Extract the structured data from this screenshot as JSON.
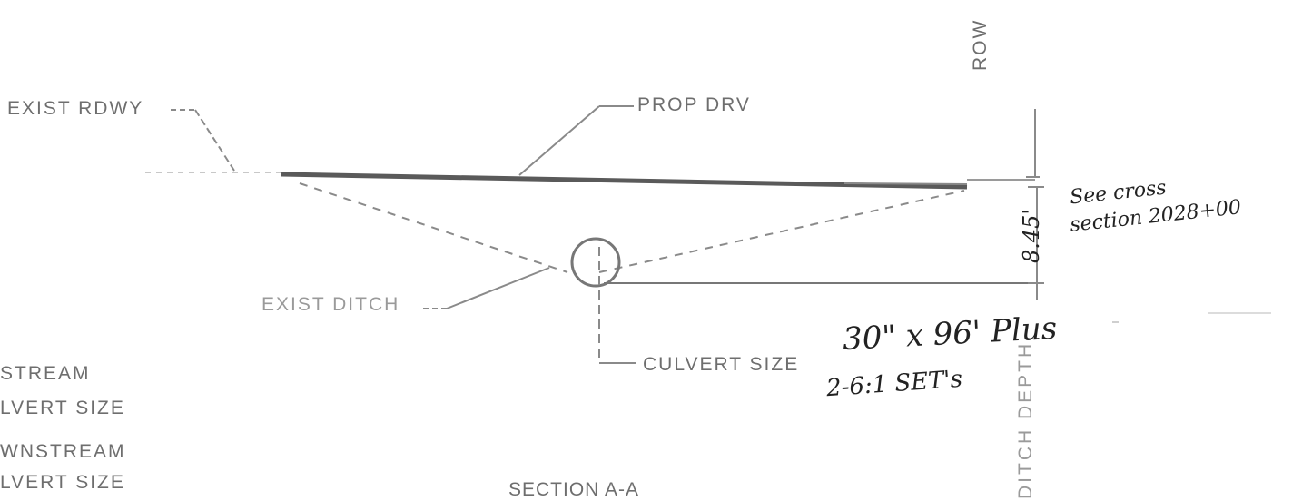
{
  "labels": {
    "exist_rdwy": "EXIST RDWY",
    "prop_drv": "PROP DRV",
    "exist_ditch": "EXIST DITCH",
    "culvert_size": "CULVERT SIZE",
    "row": "ROW",
    "ditch_depth": "DITCH DEPTH",
    "upstream_line1": "STREAM",
    "upstream_line2": "LVERT SIZE",
    "downstream_line1": "WNSTREAM",
    "downstream_line2": "LVERT SIZE",
    "section": "SECTION A-A"
  },
  "handwritten": {
    "dimension": "8.45'",
    "note_line1": "See cross",
    "note_line2": "section 2028+00",
    "culvert_line1": "30\" x 96'  Plus",
    "culvert_line2": "2-6:1 SET's"
  },
  "colors": {
    "ink": "#6e6e6e",
    "road": "#5a5a5a",
    "hand": "#222222",
    "culvert": "#777777"
  }
}
